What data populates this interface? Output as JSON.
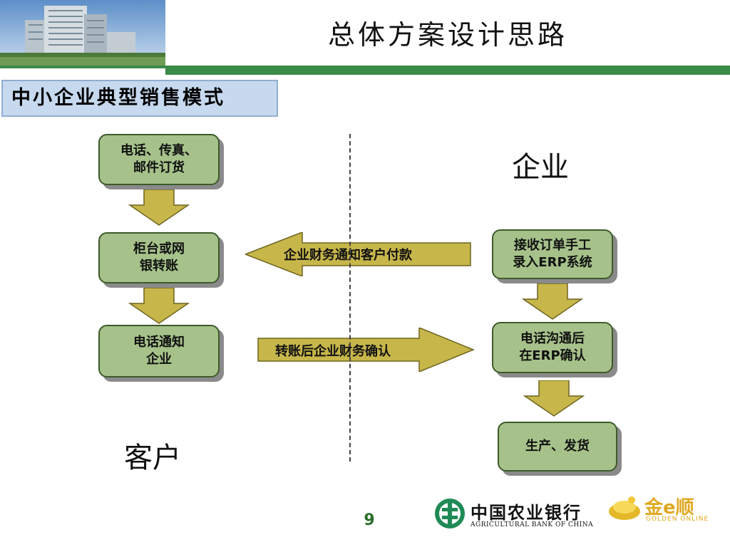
{
  "header": {
    "title": "总体方案设计思路",
    "subtitle": "中小企业典型销售模式"
  },
  "diagram": {
    "left_label": "客户",
    "right_label": "企业",
    "left_nodes": [
      {
        "text": "电话、传真、\n邮件订货"
      },
      {
        "text": "柜台或网\n银转账"
      },
      {
        "text": "电话通知\n企业"
      }
    ],
    "right_nodes": [
      {
        "text": "接收订单手工\n录入ERP系统"
      },
      {
        "text": "电话沟通后\n在ERP确认"
      },
      {
        "text": "生产、发货"
      }
    ],
    "arrow_to_customer": "企业财务通知客户付款",
    "arrow_to_company": "转账后企业财务确认"
  },
  "footer": {
    "page_number": "9",
    "bank_name_cn": "中国农业银行",
    "bank_name_en": "AGRICULTURAL BANK OF CHINA",
    "partner_logo_cn": "金e顺",
    "partner_logo_en": "GOLDEN ONLINE"
  },
  "colors": {
    "node_fill": "#a6c28a",
    "arrow_fill": "#c7b64a",
    "header_bar": "#3a8a48",
    "subtitle_fill": "#c6d9ee"
  }
}
